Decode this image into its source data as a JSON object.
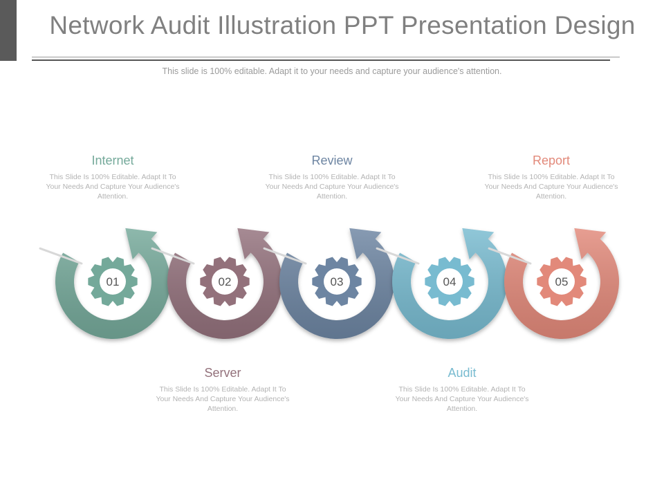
{
  "header": {
    "title": "Network Audit Illustration PPT Presentation Design",
    "subtitle": "This slide is 100% editable. Adapt it to your needs and capture your audience's attention."
  },
  "steps": [
    {
      "number": "01",
      "title": "Internet",
      "desc": "This Slide Is 100% Editable. Adapt It To Your Needs And Capture Your Audience's Attention.",
      "color": "#74a99a"
    },
    {
      "number": "02",
      "title": "Server",
      "desc": "This Slide Is 100% Editable. Adapt It To Your Needs And Capture Your Audience's Attention.",
      "color": "#93717b"
    },
    {
      "number": "03",
      "title": "Review",
      "desc": "This Slide Is 100% Editable. Adapt It To Your Needs And Capture Your Audience's Attention.",
      "color": "#6d85a2"
    },
    {
      "number": "04",
      "title": "Audit",
      "desc": "This Slide Is 100% Editable. Adapt It To Your Needs And Capture Your Audience's Attention.",
      "color": "#78bbd0"
    },
    {
      "number": "05",
      "title": "Report",
      "desc": "This Slide Is 100% Editable. Adapt It To Your Needs And Capture Your Audience's Attention.",
      "color": "#e2897a"
    }
  ]
}
